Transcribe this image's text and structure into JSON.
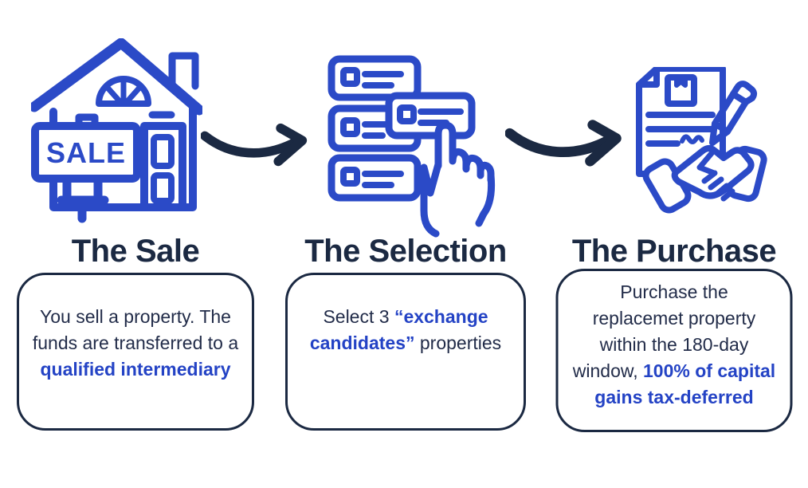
{
  "page": {
    "background": "#ffffff",
    "kind": "three-step process infographic"
  },
  "colors": {
    "heading_navy": "#1b2942",
    "body_text": "#222c49",
    "accent_blue": "#2443c5",
    "icon_blue": "#2b4ac7",
    "arrow_navy": "#1b2942",
    "box_border": "#1b2942"
  },
  "steps": [
    {
      "title": "The Sale",
      "icon": "house-for-sale-icon",
      "sign_text": "SALE",
      "description": [
        {
          "text": "You sell a property. The\nfunds are transferred to a\n",
          "bold": false
        },
        {
          "text": "qualified intermediary",
          "bold": true
        }
      ]
    },
    {
      "title": "The Selection",
      "icon": "property-listings-select-icon",
      "description": [
        {
          "text": "Select 3 ",
          "bold": false
        },
        {
          "text": "“exchange\ncandidates”",
          "bold": true
        },
        {
          "text": " properties",
          "bold": false
        }
      ]
    },
    {
      "title": "The Purchase",
      "icon": "contract-signing-handshake-icon",
      "description": [
        {
          "text": "Purchase the\nreplacemet property\nwithin the 180-day\nwindow, ",
          "bold": false
        },
        {
          "text": "100% of capital\ngains tax-deferred",
          "bold": true
        }
      ]
    }
  ],
  "arrows": [
    {
      "name": "flow-arrow-1"
    },
    {
      "name": "flow-arrow-2"
    }
  ]
}
